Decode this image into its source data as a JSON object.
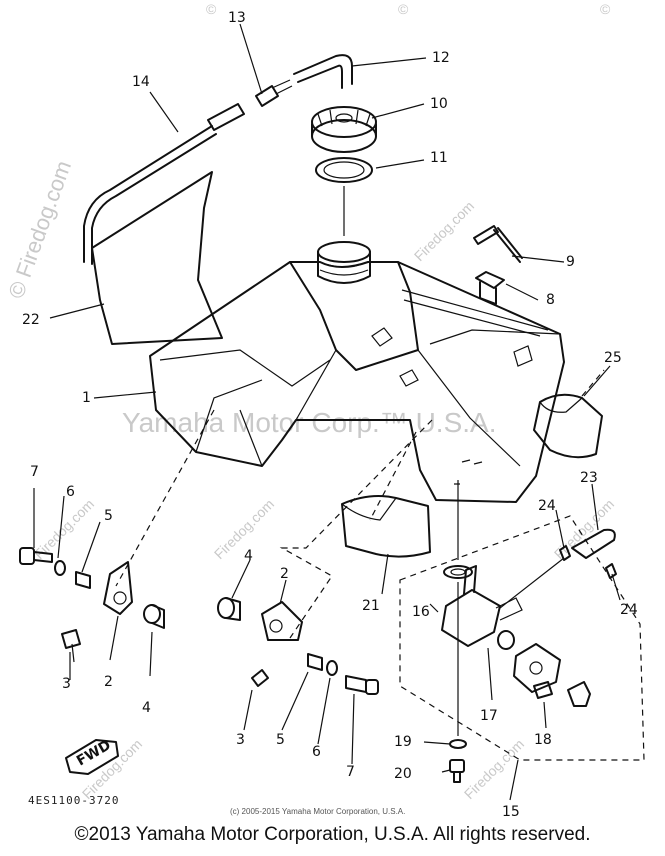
{
  "watermarks": {
    "site_main": "© Firedog.com",
    "site_diag": "Firedog.com",
    "site_corner": "©",
    "center": "Yamaha Motor Corp.™ U.S.A."
  },
  "callouts": [
    "1",
    "2",
    "3",
    "4",
    "5",
    "6",
    "7",
    "8",
    "9",
    "10",
    "11",
    "12",
    "13",
    "14",
    "15",
    "16",
    "17",
    "18",
    "19",
    "20",
    "21",
    "22",
    "23",
    "24",
    "25"
  ],
  "fwd_label": "FWD",
  "diagram_code": "4ES1100-3720",
  "small_copyright": "(c) 2005-2015 Yamaha Motor Corporation, U.S.A.",
  "footer": "©2013 Yamaha Motor Corporation, U.S.A. All rights reserved."
}
